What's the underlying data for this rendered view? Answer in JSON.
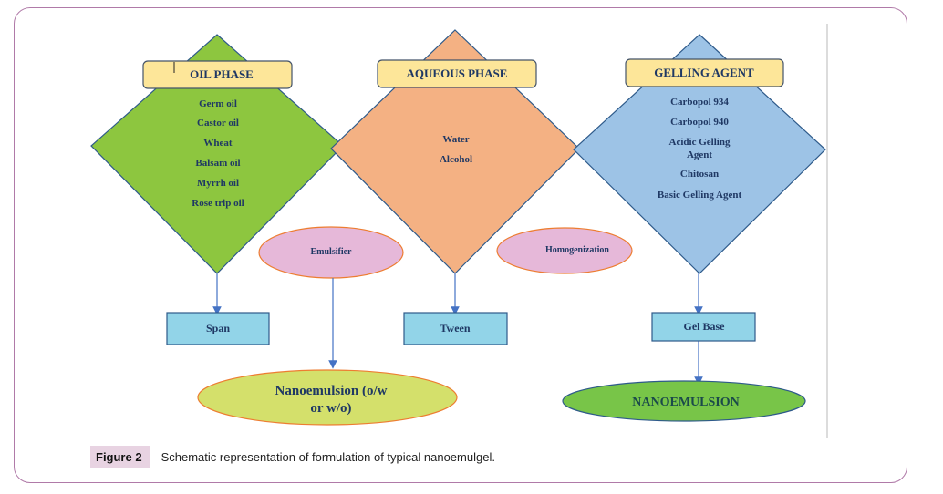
{
  "diagram": {
    "phases": [
      {
        "id": "oil",
        "title": "OIL PHASE",
        "color": "#8dc63f",
        "items": [
          "Germ oil",
          "Castor oil",
          "Wheat",
          "Balsam oil",
          "Myrrh oil",
          "Rose trip oil"
        ],
        "output": "Span"
      },
      {
        "id": "aqueous",
        "title": "AQUEOUS PHASE",
        "color": "#f4b183",
        "items": [
          "Water",
          "Alcohol"
        ],
        "output": "Tween"
      },
      {
        "id": "gelling",
        "title": "GELLING AGENT",
        "color": "#9dc3e6",
        "items": [
          "Carbopol 934",
          "Carbopol 940",
          "Acidic Gelling",
          "Agent",
          "Chitosan",
          "Basic Gelling Agent"
        ],
        "output": "Gel Base"
      }
    ],
    "process_ellipses": {
      "emulsifier": "Emulsifier",
      "homogenization": "Homogenization"
    },
    "results": {
      "nanoemulsion_line1": "Nanoemulsion (o/w",
      "nanoemulsion_line2": "or w/o)",
      "final": "NANOEMULSION"
    },
    "colors": {
      "title_box": "#fde699",
      "output_box": "#92d4e8",
      "process_ellipse": "#e6b8d9",
      "nanoemulsion_ellipse": "#d4e06b",
      "final_ellipse": "#78c548",
      "text": "#1f3864",
      "frame": "#b07aa8",
      "caption_label_bg": "#e8d3e2"
    }
  },
  "caption": {
    "label": "Figure 2",
    "text": "Schematic representation of formulation of typical nanoemulgel."
  }
}
